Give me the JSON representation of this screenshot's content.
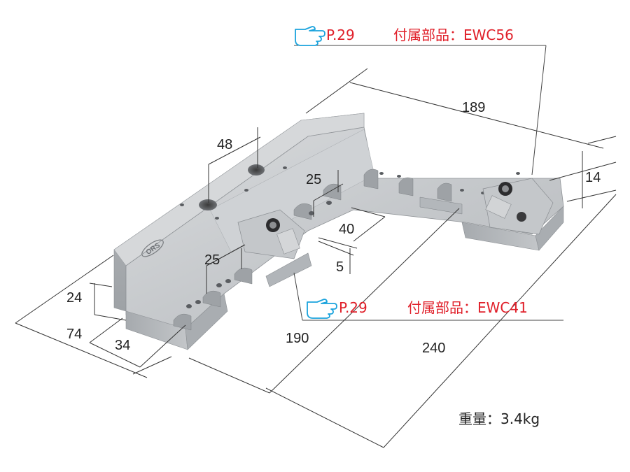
{
  "references": [
    {
      "page": "P.29",
      "part": "付属部品：EWC56",
      "icon": "pointing-hand-icon"
    },
    {
      "page": "P.29",
      "part": "付属部品：EWC41",
      "icon": "pointing-hand-icon"
    }
  ],
  "dimensions": {
    "d189": "189",
    "d14": "14",
    "d48": "48",
    "d25_top": "25",
    "d40": "40",
    "d5": "5",
    "d25_left": "25",
    "d24": "24",
    "d74": "74",
    "d34": "34",
    "d190": "190",
    "d240": "240"
  },
  "weight": "重量：3.4kg",
  "logo_text": "ORS",
  "colors": {
    "reference_red": "#e0202a",
    "icon_cyan": "#1aa3dd",
    "metal": "#c9cccf"
  }
}
